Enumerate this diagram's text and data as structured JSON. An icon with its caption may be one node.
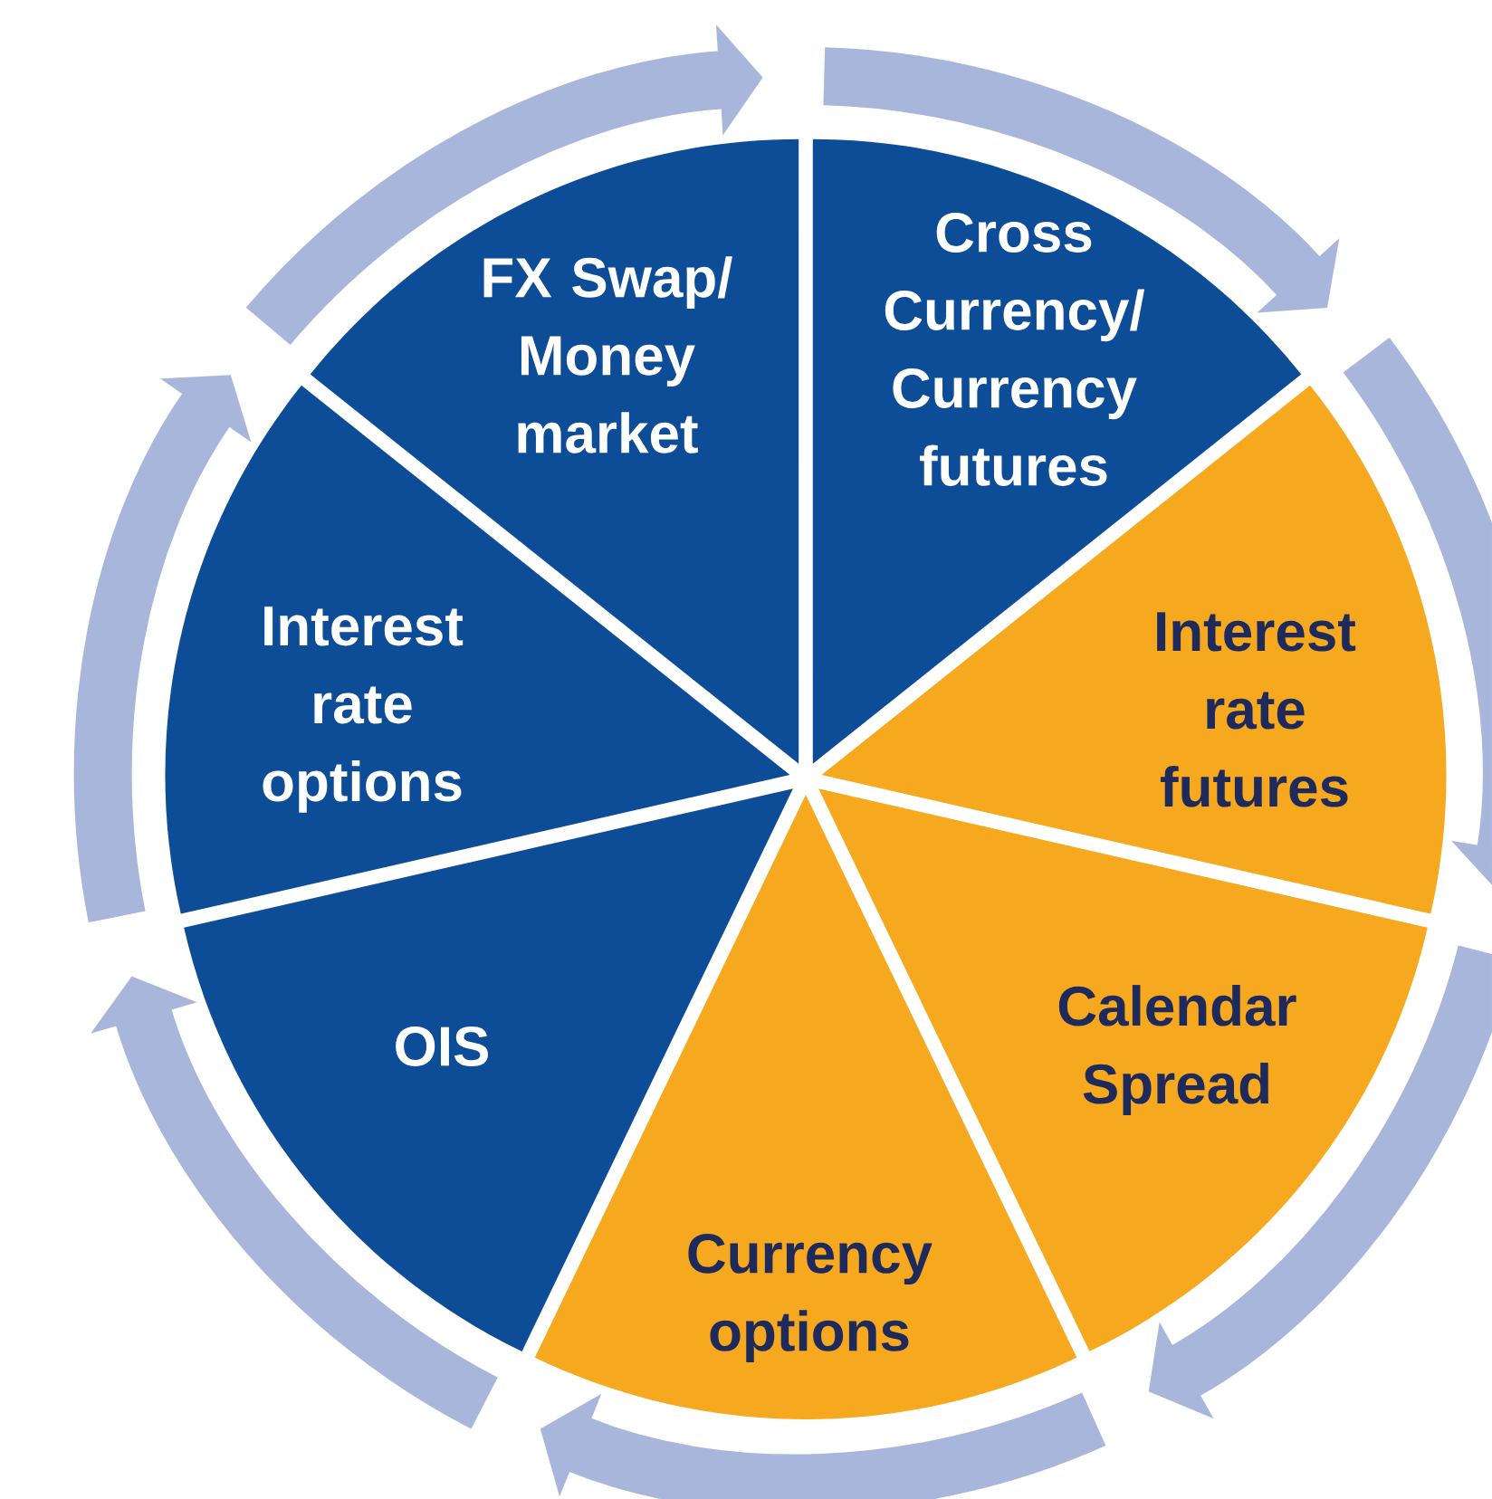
{
  "diagram": {
    "nodes": [
      {
        "text": [
          "FX Swap/ Money market"
        ]
      },
      {
        "text": [
          "Cross Currency/ Currency futures"
        ]
      },
      {
        "text": [
          "Interest rate futures"
        ]
      },
      {
        "text": [
          "Calendar Spread"
        ]
      },
      {
        "text": [
          "Currency options"
        ]
      },
      {
        "text": [
          "OIS"
        ]
      },
      {
        "text": [
          "Interest rate options"
        ]
      }
    ]
  }
}
